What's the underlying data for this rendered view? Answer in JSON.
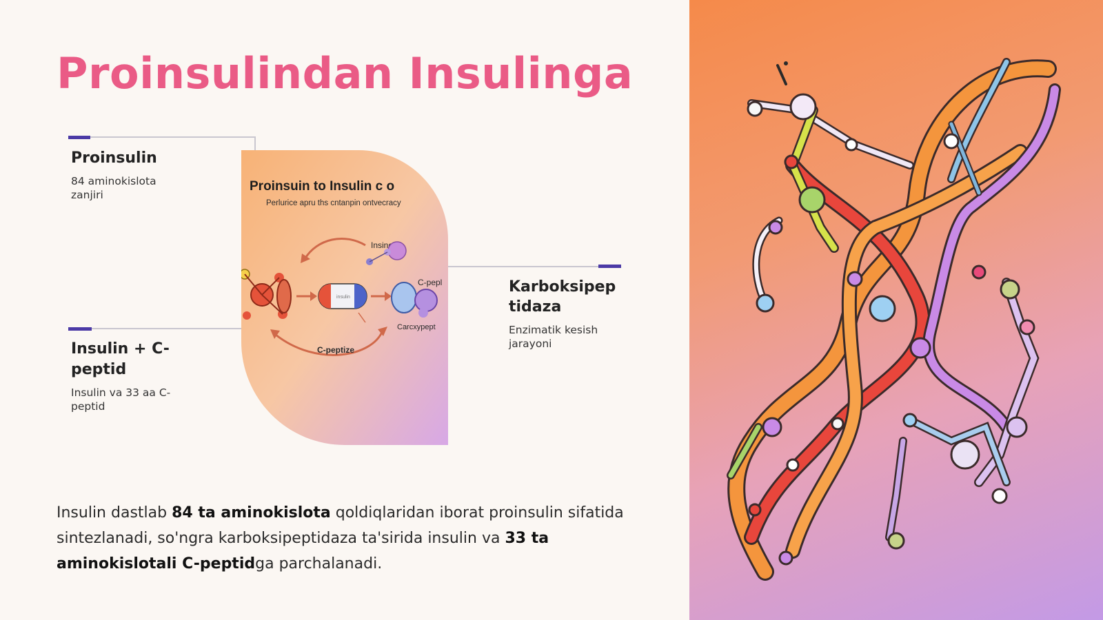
{
  "slide": {
    "title": "Proinsulindan Insulinga"
  },
  "cards": [
    {
      "title": "Proinsulin",
      "desc_line1": "84 aminokislota",
      "desc_line2": "zanjiri"
    },
    {
      "title_line1": "Insulin + C-",
      "title_line2": "peptid",
      "desc_line1": "Insulin va 33 aa C-",
      "desc_line2": "peptid"
    },
    {
      "title_line1": "Karboksipep",
      "title_line2": "tidaza",
      "desc_line1": "Enzimatik kesish",
      "desc_line2": "jarayoni"
    }
  ],
  "diagram": {
    "heading": "Proinsuin to Insulin c o",
    "subheading": "Perlurice apru ths cntanpin ontvecracy",
    "label_insulin": "Insinclin",
    "label_cpeptide_top": "C-pepl",
    "label_carboxy": "Carcxypept",
    "label_cpeptize": "C-peptize",
    "label_pill": "insulin"
  },
  "paragraph": {
    "part1": "Insulin dastlab ",
    "bold1": "84 ta aminokislota",
    "part2": " qoldiqlaridan iborat proinsulin sifatida sintezlanadi, so'ngra karboksipeptidaza ta'sirida insulin va ",
    "bold2": "33 ta aminokislotali C-peptid",
    "part3": "ga parchalanadi."
  },
  "colors": {
    "title": "#ea5b86",
    "accent": "#4b3aa6",
    "panel_orange": "#f58a4a",
    "panel_purple": "#c39ae6"
  },
  "icons": {
    "molecule_illustration": "protein-molecule-icon"
  }
}
